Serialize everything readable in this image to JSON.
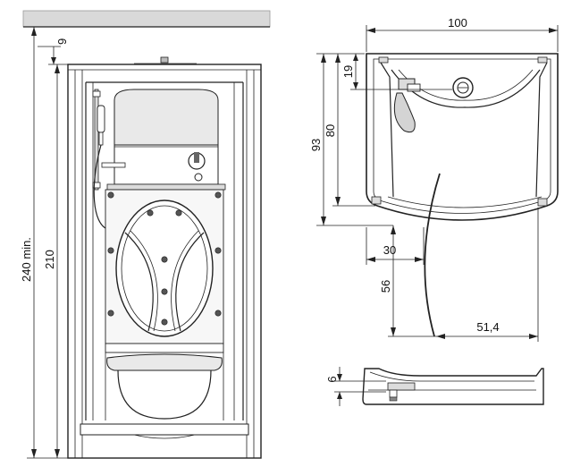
{
  "dimensions": {
    "ceiling_gap": "9",
    "min_total_height": "240 min.",
    "cabin_height": "210",
    "plan_width": "100",
    "plan_depth_total": "93",
    "plan_depth": "80",
    "drain_offset": "19",
    "door_offset": "30",
    "door_radius": "56",
    "door_span": "51,4",
    "tray_height": "6"
  },
  "colors": {
    "line": "#222222",
    "ceiling": "#d9d9d9",
    "panel": "#e9e9e9"
  }
}
